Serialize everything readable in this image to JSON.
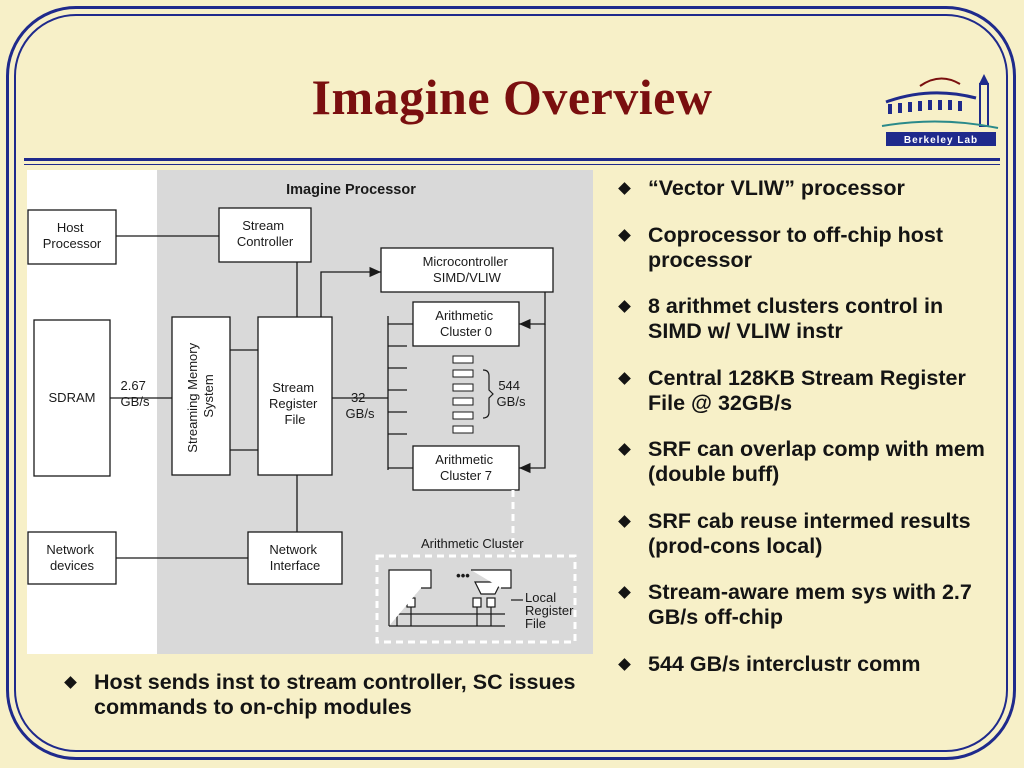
{
  "slide": {
    "title": "Imagine Overview",
    "logo": {
      "text": "Berkeley Lab",
      "icon": "berkeley-lab-logo-icon"
    },
    "colors": {
      "background": "#f7f0c8",
      "title": "#7a0f0f",
      "frame": "#1f2a8c",
      "diagram_panel": "#d9d9d9"
    }
  },
  "diagram": {
    "title": "Imagine Processor",
    "host_processor": [
      "Host",
      "Processor"
    ],
    "stream_controller": [
      "Stream",
      "Controller"
    ],
    "microcontroller": [
      "Microcontroller",
      "SIMD/VLIW"
    ],
    "arith_cluster_0": [
      "Arithmetic",
      "Cluster 0"
    ],
    "arith_cluster_7": [
      "Arithmetic",
      "Cluster 7"
    ],
    "sdram": "SDRAM",
    "sdram_bw": [
      "2.67",
      "GB/s"
    ],
    "streaming_memory": [
      "Streaming Memory",
      "System"
    ],
    "srf": [
      "Stream",
      "Register",
      "File"
    ],
    "srf_bw": [
      "32",
      "GB/s"
    ],
    "cluster_bw": [
      "544",
      "GB/s"
    ],
    "network_devices": [
      "Network",
      "devices"
    ],
    "network_interface": [
      "Network",
      "Interface"
    ],
    "arith_cluster_label": "Arithmetic Cluster",
    "lrf": [
      "Local",
      "Register",
      "File"
    ],
    "ellipsis": "•••"
  },
  "bullets": [
    "“Vector VLIW” processor",
    "Coprocessor to off-chip host processor",
    "8 arithmet clusters control in SIMD w/ VLIW instr",
    "Central 128KB Stream Register File @ 32GB/s",
    "SRF can overlap comp with mem (double buff)",
    "SRF cab reuse intermed results (prod-cons local)",
    "Stream-aware mem sys with 2.7 GB/s off-chip",
    "544 GB/s interclustr comm"
  ],
  "bottom_bullet": "Host sends inst to stream controller, SC issues commands to on-chip modules"
}
